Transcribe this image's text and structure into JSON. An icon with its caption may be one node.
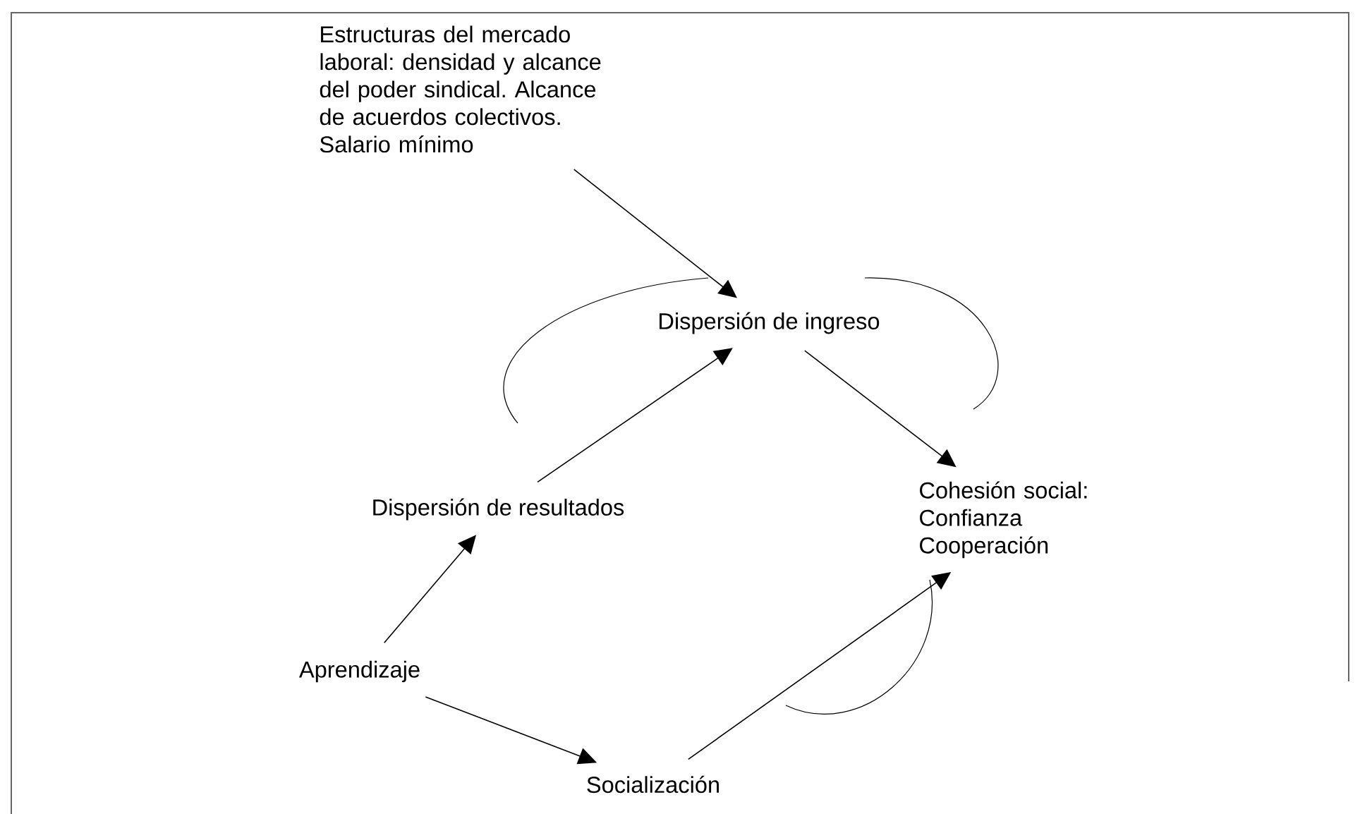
{
  "diagram": {
    "nodes": [
      {
        "text": [
          "Estructuras del mercado laboral: densidad y alcance del poder sindical. Alcance de acuerdos colectivos. Salario mínimo"
        ]
      },
      {
        "text": [
          "Dispersión de ingreso"
        ]
      },
      {
        "text": [
          "Dispersión de resultados"
        ]
      },
      {
        "text": [
          "Cohesión social:",
          "Confianza",
          "Cooperación"
        ]
      },
      {
        "text": [
          "Aprendizaje"
        ]
      },
      {
        "text": [
          "Socialización"
        ]
      }
    ],
    "edges": [
      {
        "from": 0,
        "to": 1,
        "arrow": "to"
      },
      {
        "from": 2,
        "to": 1,
        "arrow": "to"
      },
      {
        "from": 1,
        "to": 3,
        "arrow": "to"
      },
      {
        "from": 4,
        "to": 2,
        "arrow": "to"
      },
      {
        "from": 4,
        "to": 5,
        "arrow": "to"
      },
      {
        "from": 5,
        "to": 3,
        "arrow": "to"
      }
    ]
  }
}
